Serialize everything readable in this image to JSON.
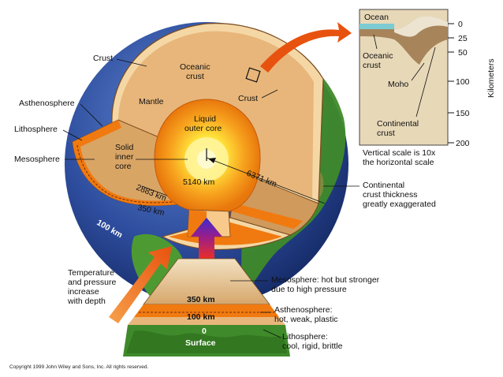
{
  "labels": {
    "crust_left": "Crust",
    "oceanic_crust": [
      "Oceanic",
      "crust"
    ],
    "mantle": "Mantle",
    "crust_right": "Crust",
    "asthenosphere": "Asthenosphere",
    "lithosphere": "Lithosphere",
    "mesosphere": "Mesosphere",
    "liquid_outer_core": [
      "Liquid",
      "outer core"
    ],
    "solid_inner_core": [
      "Solid",
      "inner",
      "core"
    ],
    "depth_5140": "5140 km",
    "depth_6371": "6371 km",
    "depth_2883": "2883 km",
    "depth_350": "350 km",
    "depth_100": "100 km",
    "continental_crust_note": [
      "Continental",
      "crust thickness",
      "greatly exaggerated"
    ],
    "temperature_note": [
      "Temperature",
      "and pressure",
      "increase",
      "with depth"
    ]
  },
  "inset": {
    "ocean": "Ocean",
    "oceanic_crust": [
      "Oceanic",
      "crust"
    ],
    "moho": "Moho",
    "continental_crust": [
      "Continental",
      "crust"
    ],
    "ticks": [
      "0",
      "25",
      "50",
      "100",
      "150",
      "200"
    ],
    "axis_label": "Kilometers",
    "scale_note": [
      "Vertical scale is 10x",
      "the horizontal scale"
    ]
  },
  "column": {
    "depth_350": "350 km",
    "depth_100": "100 km",
    "depth_0": "0",
    "surface": "Surface",
    "mesosphere_note": [
      "Mesosphere: hot but stronger",
      "due to high pressure"
    ],
    "asthenosphere_note": [
      "Asthenosphere:",
      "hot, weak, plastic"
    ],
    "lithosphere_note": [
      "Lithosphere:",
      "cool, rigid, brittle"
    ]
  },
  "copyright": "Copyright 1999 John Wiley and Sons, Inc. All rights reserved.",
  "colors": {
    "mantle": "#e8b67a",
    "outer_core": "#f4a020",
    "inner_core": "#ffe23a",
    "asthenosphere": "#f07a10",
    "ocean": "#2e4d9e",
    "land": "#3f8a2a",
    "arrow": "#e85a1a"
  }
}
